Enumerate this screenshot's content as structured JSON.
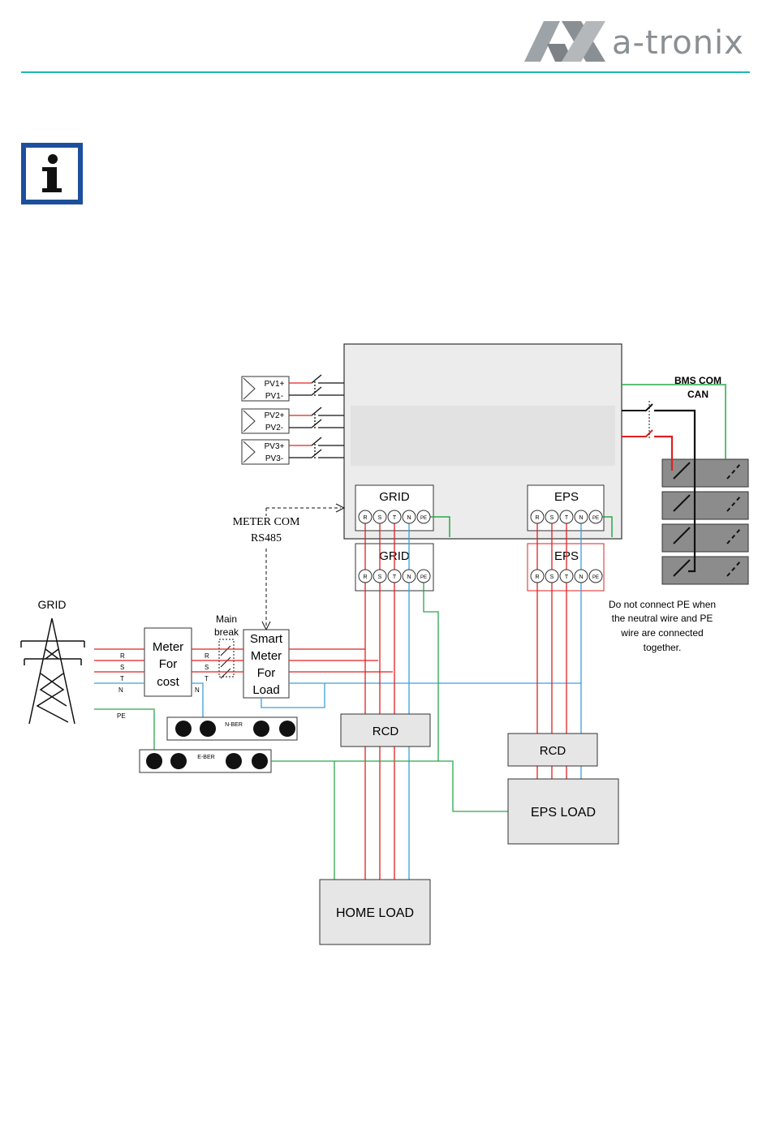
{
  "brand": {
    "name": "a-tronix"
  },
  "colors": {
    "red": "#e02020",
    "blue": "#3aa0dc",
    "green": "#2aa84a",
    "teal": "#1fb6b0",
    "navy": "#1d4f9c",
    "box_fill": "#e6e6e6"
  },
  "icons": {
    "info": "info-icon",
    "tower": "grid-tower-icon"
  },
  "diagram": {
    "pv": [
      "PV1+",
      "PV1-",
      "PV2+",
      "PV2-",
      "PV3+",
      "PV3-"
    ],
    "bms": [
      "BMS COM",
      "CAN"
    ],
    "inverter_grid": "GRID",
    "inverter_eps": "EPS",
    "terminals": [
      "R",
      "S",
      "T",
      "N",
      "PE"
    ],
    "meter_com": [
      "METER COM",
      "RS485"
    ],
    "grid_label": "GRID",
    "phase_labels": [
      "R",
      "S",
      "T",
      "N",
      "PE"
    ],
    "meter_cost": [
      "Meter",
      "For",
      "cost"
    ],
    "main_break": [
      "Main",
      "break"
    ],
    "breaker_phases": [
      "R",
      "S",
      "T"
    ],
    "smart_meter": [
      "Smart",
      "Meter",
      "For",
      "Load"
    ],
    "n_label": "N",
    "n_ber": "N-BER",
    "e_ber": "E-BER",
    "grid_box": "GRID",
    "eps_box": "EPS",
    "rcd1": "RCD",
    "rcd2": "RCD",
    "eps_load": "EPS LOAD",
    "home_load": "HOME LOAD",
    "note": [
      "Do not connect PE when",
      "the neutral wire and PE",
      "wire are connected",
      "together."
    ]
  }
}
